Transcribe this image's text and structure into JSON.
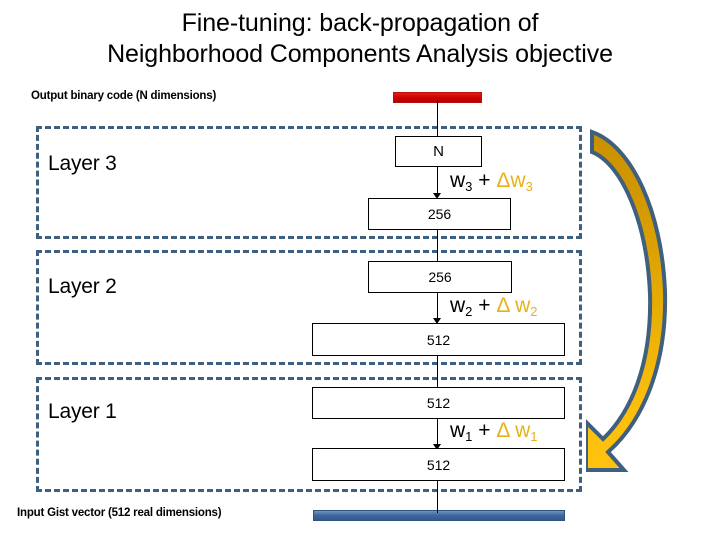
{
  "title": {
    "line1": "Fine-tuning: back-propagation of",
    "line2": "Neighborhood Components Analysis objective"
  },
  "labels": {
    "output": "Output binary code (N dimensions)",
    "input": "Input Gist vector (512 real dimensions)"
  },
  "bars": {
    "output_code": {
      "name": "output-binary-code-bar",
      "color": "#CC0000"
    },
    "input_gist": {
      "name": "input-gist-vector-bar",
      "color": "#40699D"
    }
  },
  "layers": [
    {
      "title": "Layer 3",
      "out_units": "N",
      "in_units": "256",
      "weight_base": "w",
      "weight_subscript": "3",
      "plus": "+",
      "delta": "Δw",
      "delta_subscript": "3"
    },
    {
      "title": "Layer 2",
      "out_units": "256",
      "in_units": "512",
      "weight_base": "w",
      "weight_subscript": "2",
      "plus": "+",
      "delta": "Δ w",
      "delta_subscript": "2"
    },
    {
      "title": "Layer 1",
      "out_units": "512",
      "in_units": "512",
      "weight_base": "w",
      "weight_subscript": "1",
      "plus": "+",
      "delta": "Δ w",
      "delta_subscript": "1"
    }
  ],
  "back_arrow": {
    "name": "back-propagation-arrow",
    "fill_top": "#D09400",
    "fill_bottom": "#FFC20E",
    "stroke": "#3E5F7E"
  },
  "colors": {
    "layer_border": "#3E5F7E",
    "delta_text": "#E8B119",
    "output_bar": "#CC0000",
    "input_bar": "#40699D"
  }
}
